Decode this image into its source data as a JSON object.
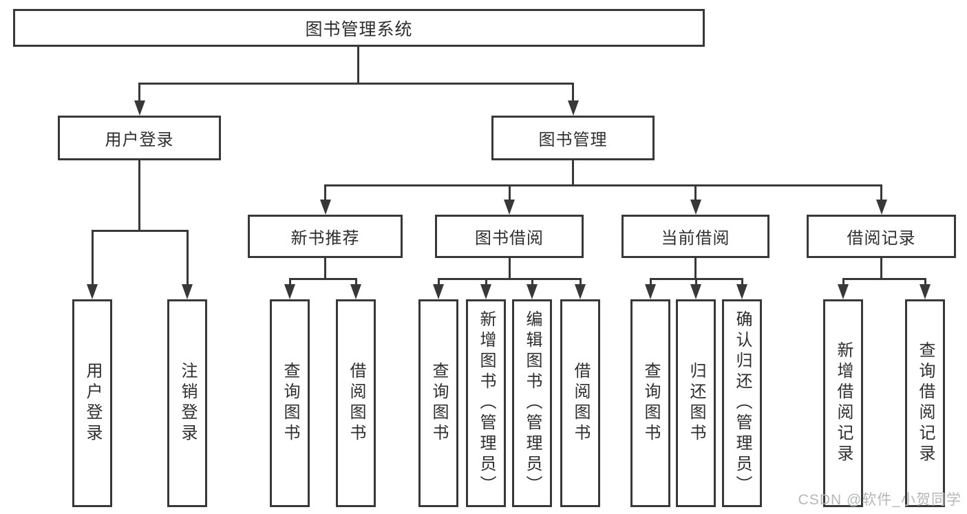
{
  "tree": {
    "label": "图书管理系统",
    "children": [
      {
        "label": "用户登录",
        "children": [
          {
            "label": "用户登录"
          },
          {
            "label": "注销登录"
          }
        ]
      },
      {
        "label": "图书管理",
        "children": [
          {
            "label": "新书推荐",
            "children": [
              {
                "label": "查询图书"
              },
              {
                "label": "借阅图书"
              }
            ]
          },
          {
            "label": "图书借阅",
            "children": [
              {
                "label": "查询图书"
              },
              {
                "label": "新增图书（管理员）"
              },
              {
                "label": "编辑图书（管理员）"
              },
              {
                "label": "借阅图书"
              }
            ]
          },
          {
            "label": "当前借阅",
            "children": [
              {
                "label": "查询图书"
              },
              {
                "label": "归还图书"
              },
              {
                "label": "确认归还（管理员）"
              }
            ]
          },
          {
            "label": "借阅记录",
            "children": [
              {
                "label": "新增借阅记录"
              },
              {
                "label": "查询借阅记录"
              }
            ]
          }
        ]
      }
    ]
  },
  "watermark": {
    "text": "CSDN @软件_小贺同学"
  },
  "colors": {
    "line": "#383838",
    "text": "#2e2e2e",
    "watermark": "#b4b7ba",
    "background": "#ffffff"
  }
}
